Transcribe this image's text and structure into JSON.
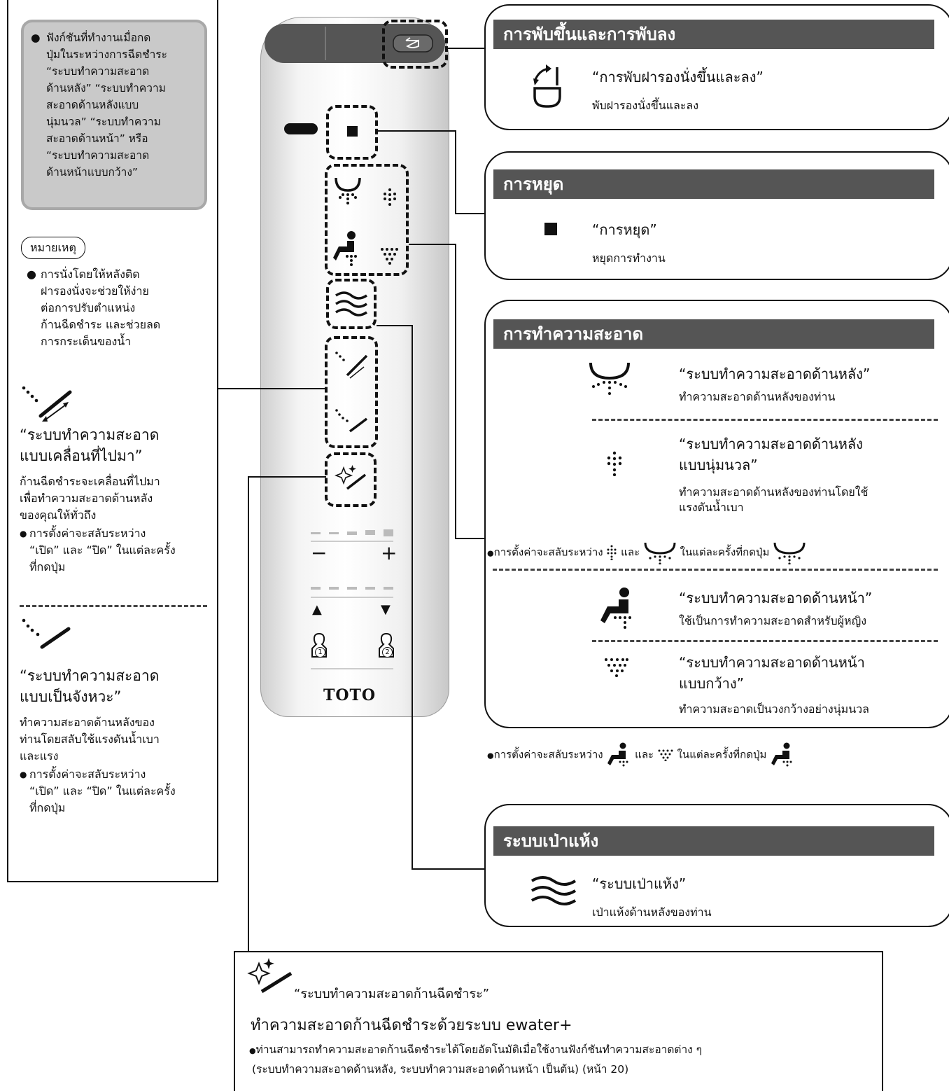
{
  "left": {
    "note_box": {
      "bullet": "●",
      "lines": [
        "ฟังก์ชันที่ทำงานเมื่อกด",
        "ปุ่มในระหว่างการฉีดชำระ",
        "“ระบบทำความสะอาด",
        "ด้านหลัง” “ระบบทำความ",
        "สะอาดด้านหลังแบบ",
        "นุ่มนวล” “ระบบทำความ",
        "สะอาดด้านหน้า” หรือ",
        "“ระบบทำความสะอาด",
        "ด้านหน้าแบบกว้าง”"
      ]
    },
    "remark_label": "หมายเหตุ",
    "remark_bullet": "●",
    "remark_lines": [
      "การนั่งโดยให้หลังติด",
      "ฝารองนั่งจะช่วยให้ง่าย",
      "ต่อการปรับตำแหน่ง",
      "ก้านฉีดชำระ และช่วยลด",
      "การกระเด็นของน้ำ"
    ],
    "oscillating": {
      "icon": "oscillating-nozzle-icon",
      "title_lines": [
        "“ระบบทำความสะอาด",
        "แบบเคลื่อนที่ไปมา”"
      ],
      "desc_lines": [
        "ก้านฉีดชำระจะเคลื่อนที่ไปมา",
        "เพื่อทำความสะอาดด้านหลัง",
        "ของคุณให้ทั่วถึง"
      ],
      "bullet": "●",
      "note_lines": [
        "การตั้งค่าจะสลับระหว่าง",
        "“เปิด” และ “ปิด” ในแต่ละครั้ง",
        "ที่กดปุ่ม"
      ]
    },
    "pulsating": {
      "icon": "pulsating-nozzle-icon",
      "title_lines": [
        "“ระบบทำความสะอาด",
        "แบบเป็นจังหวะ”"
      ],
      "desc_lines": [
        "ทำความสะอาดด้านหลังของ",
        "ท่านโดยสลับใช้แรงดันน้ำเบา",
        "และแรง"
      ],
      "bullet": "●",
      "note_lines": [
        "การตั้งค่าจะสลับระหว่าง",
        "“เปิด” และ “ปิด” ในแต่ละครั้ง",
        "ที่กดปุ่ม"
      ]
    }
  },
  "remote": {
    "minus": "−",
    "plus": "+",
    "up": "▲",
    "down": "▼",
    "user1": "1",
    "user2": "2",
    "brand": "TOTO"
  },
  "right": {
    "lid": {
      "header": "การพับขึ้นและการพับลง",
      "icon": "seat-lid-icon",
      "title": "“การพับฝารองนั่งขึ้นและลง”",
      "desc": "พับฝารองนั่งขึ้นและลง"
    },
    "stop": {
      "header": "การหยุด",
      "icon": "stop-square-icon",
      "title": "“การหยุด”",
      "desc": "หยุดการทำงาน"
    },
    "cleansing": {
      "header": "การทำความสะอาด",
      "items": [
        {
          "icon": "rear-cleansing-icon",
          "title_lines": [
            "“ระบบทำความสะอาดด้านหลัง”"
          ],
          "desc_lines": [
            "ทำความสะอาดด้านหลังของท่าน"
          ]
        },
        {
          "icon": "soft-rear-cleansing-icon",
          "title_lines": [
            "“ระบบทำความสะอาดด้านหลัง",
            "แบบนุ่มนวล”"
          ],
          "desc_lines": [
            "ทำความสะอาดด้านหลังของท่านโดยใช้",
            "แรงดันน้ำเบา"
          ]
        },
        {
          "icon": "front-cleansing-icon",
          "title_lines": [
            "“ระบบทำความสะอาดด้านหน้า”"
          ],
          "desc_lines": [
            "ใช้เป็นการทำความสะอาดสำหรับผู้หญิง"
          ]
        },
        {
          "icon": "wide-front-cleansing-icon",
          "title_lines": [
            "“ระบบทำความสะอาดด้านหน้า",
            "แบบกว้าง”"
          ],
          "desc_lines": [
            "ทำความสะอาดเป็นวงกว้างอย่างนุ่มนวล"
          ]
        }
      ],
      "toggle1": {
        "bullet": "●",
        "a": "การตั้งค่าจะสลับระหว่าง",
        "b": "และ",
        "c": "ในแต่ละครั้งที่กดปุ่ม"
      },
      "toggle2": {
        "bullet": "●",
        "a": "การตั้งค่าจะสลับระหว่าง",
        "b": "และ",
        "c": "ในแต่ละครั้งที่กดปุ่ม"
      }
    },
    "dryer": {
      "header": "ระบบเป่าแห้ง",
      "icon": "dryer-waves-icon",
      "title": "“ระบบเป่าแห้ง”",
      "desc": "เป่าแห้งด้านหลังของท่าน"
    }
  },
  "bottom": {
    "icon": "wand-clean-icon",
    "title": "“ระบบทำความสะอาดก้านฉีดชำระ”",
    "subtitle": "ทำความสะอาดก้านฉีดชำระด้วยระบบ ewater+",
    "bullet": "●",
    "lines": [
      "ท่านสามารถทำความสะอาดก้านฉีดชำระได้โดยอัตโนมัติเมื่อใช้งานฟังก์ชันทำความสะอาดต่าง ๆ",
      "(ระบบทำความสะอาดด้านหลัง, ระบบทำความสะอาดด้านหน้า เป็นต้น) (หน้า 20)"
    ]
  }
}
